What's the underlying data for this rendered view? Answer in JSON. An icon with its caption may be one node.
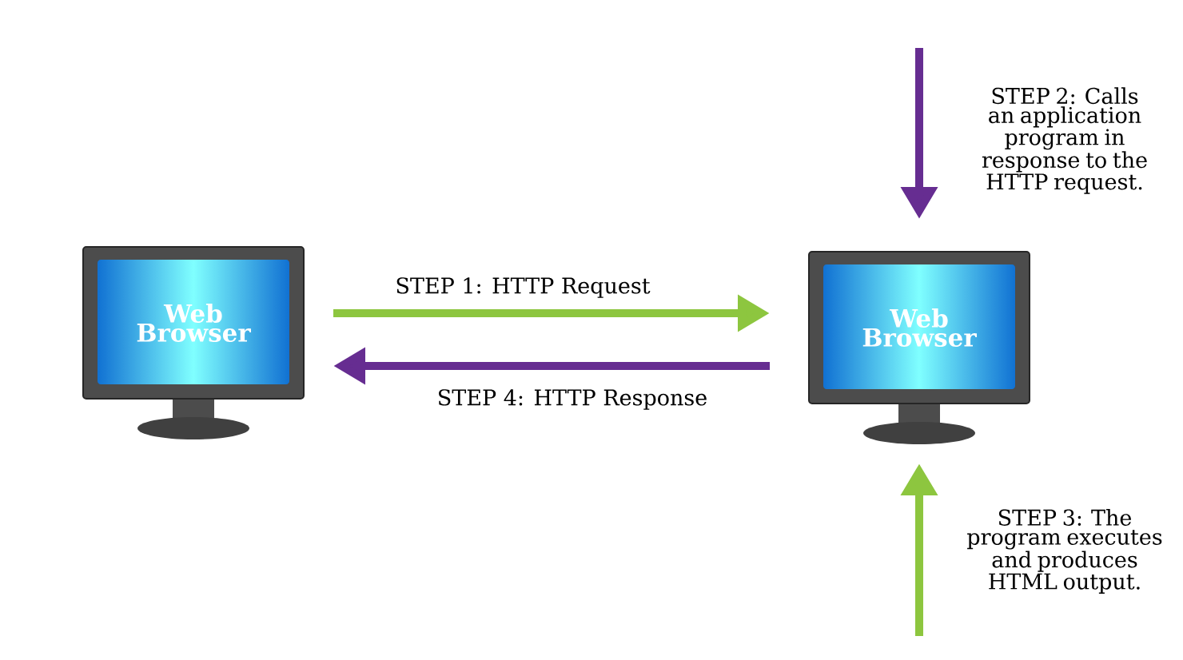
{
  "diagram": {
    "nodes": [
      {
        "text": [
          "Web Browser"
        ]
      },
      {
        "text": [
          "Web Browser"
        ]
      }
    ],
    "edges": [
      {
        "from": 0,
        "to": 1,
        "arrow": "to",
        "label": "STEP 1: HTTP Request",
        "color": "#8dc63f"
      },
      {
        "from": 1,
        "to": 0,
        "arrow": "to",
        "label": "STEP 4: HTTP Response",
        "color": "#662d91"
      },
      {
        "from": null,
        "to": 1,
        "arrow": "to",
        "label": "STEP 2: Calls an application program in response to the HTTP request.",
        "color": "#662d91"
      },
      {
        "from": null,
        "to": 1,
        "arrow": "to",
        "label": "STEP 3: The program executes and produces HTML output.",
        "color": "#8dc63f"
      }
    ]
  }
}
